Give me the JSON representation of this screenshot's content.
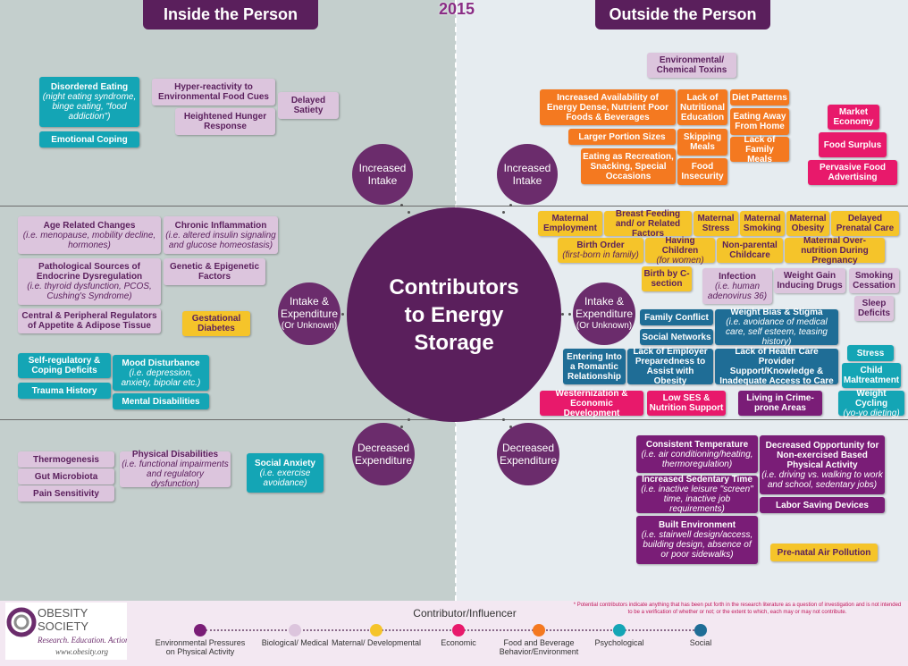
{
  "header": {
    "left": "Inside the Person",
    "right": "Outside the Person",
    "year": "2015"
  },
  "center": {
    "line1": "Contributors",
    "line2": "to Energy",
    "line3": "Storage"
  },
  "circles": {
    "inc_left": "Increased Intake",
    "inc_right": "Increased Intake",
    "ie_left": {
      "a": "Intake &",
      "b": "Expenditure",
      "c": "(Or Unknown)"
    },
    "ie_right": {
      "a": "Intake &",
      "b": "Expenditure",
      "c": "(Or Unknown)"
    },
    "dec_left": "Decreased Expenditure",
    "dec_right": "Decreased Expenditure"
  },
  "boxes": {
    "disordered": {
      "t": "Disordered Eating",
      "s": "(night eating syndrome, binge eating, \"food addiction\")"
    },
    "emotional": {
      "t": "Emotional Coping"
    },
    "hyper": {
      "t": "Hyper-reactivity to Environmental Food Cues"
    },
    "hunger": {
      "t": "Heightened Hunger Response"
    },
    "satiety": {
      "t": "Delayed Satiety"
    },
    "age": {
      "t": "Age Related Changes",
      "s": "(i.e. menopause, mobility decline, hormones)"
    },
    "inflam": {
      "t": "Chronic Inflammation",
      "s": "(i.e. altered insulin signaling and glucose homeostasis)"
    },
    "patho": {
      "t": "Pathological Sources of Endocrine Dysregulation",
      "s": "(i.e. thyroid dysfunction, PCOS, Cushing's Syndrome)"
    },
    "genetic": {
      "t": "Genetic & Epigenetic Factors"
    },
    "central": {
      "t": "Central & Peripheral Regulators of Appetite & Adipose Tissue"
    },
    "gestational": {
      "t": "Gestational Diabetes"
    },
    "selfreg": {
      "t": "Self-regulatory & Coping Deficits"
    },
    "mood": {
      "t": "Mood Disturbance",
      "s": "(i.e. depression, anxiety, bipolar etc.)"
    },
    "trauma": {
      "t": "Trauma History"
    },
    "mental": {
      "t": "Mental Disabilities"
    },
    "thermo": {
      "t": "Thermogenesis"
    },
    "gut": {
      "t": "Gut Microbiota"
    },
    "pain": {
      "t": "Pain Sensitivity"
    },
    "physdis": {
      "t": "Physical Disabilities",
      "s": "(i.e. functional impairments and regulatory dysfunction)"
    },
    "social_anx": {
      "t": "Social Anxiety",
      "s": "(i.e. exercise avoidance)"
    },
    "toxins": {
      "t": "Environmental/ Chemical Toxins"
    },
    "availability": {
      "t": "Increased Availability of Energy Dense, Nutrient Poor Foods & Beverages"
    },
    "lack_nutr": {
      "t": "Lack of Nutritional Education"
    },
    "diet": {
      "t": "Diet Patterns"
    },
    "eating_away": {
      "t": "Eating Away From Home"
    },
    "larger": {
      "t": "Larger Portion Sizes"
    },
    "skipping": {
      "t": "Skipping Meals"
    },
    "lack_family": {
      "t": "Lack of Family Meals"
    },
    "recreation": {
      "t": "Eating as Recreation, Snacking, Special Occasions"
    },
    "food_insec": {
      "t": "Food Insecurity"
    },
    "market": {
      "t": "Market Economy"
    },
    "surplus": {
      "t": "Food Surplus"
    },
    "advertising": {
      "t": "Pervasive Food Advertising"
    },
    "mat_emp": {
      "t": "Maternal Employment"
    },
    "breast": {
      "t": "Breast Feeding and/ or Related Factors"
    },
    "mat_stress": {
      "t": "Maternal Stress"
    },
    "mat_smoke": {
      "t": "Maternal Smoking"
    },
    "mat_obes": {
      "t": "Maternal Obesity"
    },
    "delayed_pre": {
      "t": "Delayed Prenatal Care"
    },
    "birth_order": {
      "t": "Birth Order",
      "s": "(first-born in family)"
    },
    "having": {
      "t": "Having Children",
      "s": "(for women)"
    },
    "nonparent": {
      "t": "Non-parental Childcare"
    },
    "overnut": {
      "t": "Maternal Over-nutrition During Pregnancy"
    },
    "csection": {
      "t": "Birth by C-section"
    },
    "infection": {
      "t": "Infection",
      "s": "(i.e. human adenovirus 36)"
    },
    "weightgain": {
      "t": "Weight Gain Inducing Drugs"
    },
    "smoke_cess": {
      "t": "Smoking Cessation"
    },
    "sleep": {
      "t": "Sleep Deficits"
    },
    "family_conf": {
      "t": "Family Conflict"
    },
    "social_net": {
      "t": "Social Networks"
    },
    "weight_bias": {
      "t": "Weight Bias & Stigma",
      "s": "(i.e. avoidance of medical care, self esteem, teasing history)"
    },
    "stress": {
      "t": "Stress"
    },
    "romantic": {
      "t": "Entering Into a Romantic Relationship"
    },
    "employer": {
      "t": "Lack of Employer Preparedness to Assist with Obesity"
    },
    "healthcare": {
      "t": "Lack of Health Care Provider Support/Knowledge & Inadequate Access to Care"
    },
    "child_mal": {
      "t": "Child Maltreatment"
    },
    "western": {
      "t": "Westernization & Economic Development"
    },
    "lowses": {
      "t": "Low SES & Nutrition Support"
    },
    "crime": {
      "t": "Living in Crime-prone Areas"
    },
    "cycling": {
      "t": "Weight Cycling",
      "s": "(yo-yo dieting)"
    },
    "consistent": {
      "t": "Consistent Temperature",
      "s": "(i.e. air conditioning/heating, thermoregulation)"
    },
    "decreased_opp": {
      "t": "Decreased Opportunity for Non-exercised Based Physical Activity",
      "s": "(i.e. driving vs. walking to work and school, sedentary jobs)"
    },
    "sedentary": {
      "t": "Increased Sedentary Time",
      "s": "(i.e. inactive leisure \"screen\" time, inactive job requirements)"
    },
    "labor": {
      "t": "Labor Saving Devices"
    },
    "built": {
      "t": "Built Environment",
      "s": "(i.e. stairwell design/access, building design, absence of or poor sidewalks)"
    },
    "prenatal_air": {
      "t": "Pre-natal Air Pollution"
    }
  },
  "legend": {
    "title": "Contributor/Influencer",
    "note": "* Potential contributors indicate anything that has been put forth in the research literature as a question of investigation and is not intended to be a verification of whether or not; or the extent to which, each may or may not contribute.",
    "items": [
      {
        "label": "Environmental Pressures on Physical Activity",
        "color": "#7a1d77"
      },
      {
        "label": "Biological/ Medical",
        "color": "#dcc5dd"
      },
      {
        "label": "Maternal/ Developmental",
        "color": "#f5c42a"
      },
      {
        "label": "Economic",
        "color": "#e8196b"
      },
      {
        "label": "Food and Beverage Behavior/Environment",
        "color": "#f47920"
      },
      {
        "label": "Psychological",
        "color": "#14a5b5"
      },
      {
        "label": "Social",
        "color": "#1f6d96"
      }
    ]
  },
  "logo": {
    "name1": "OBESITY",
    "name2": "SOCIETY",
    "tagline": "Research. Education. Action.",
    "url": "www.obesity.org"
  }
}
